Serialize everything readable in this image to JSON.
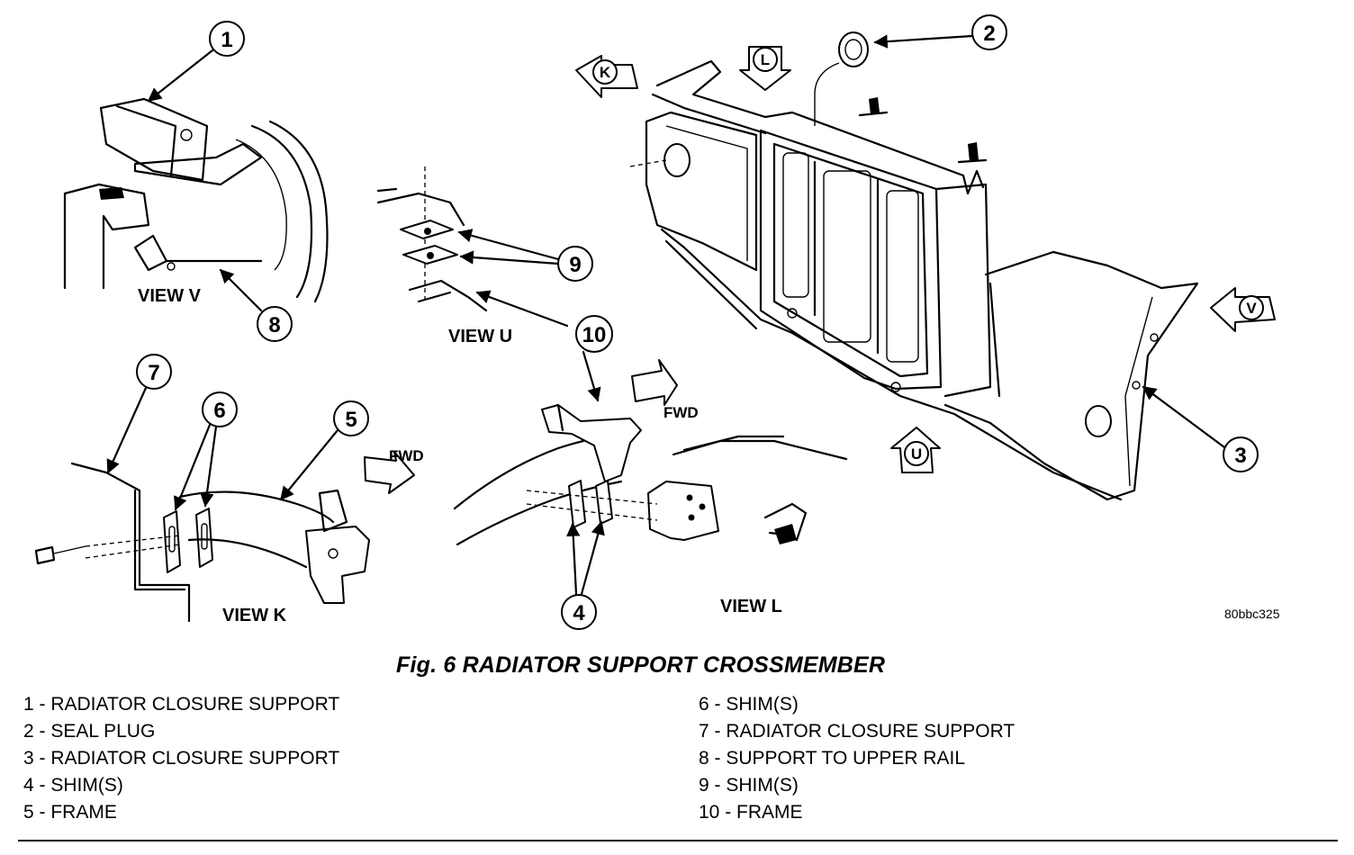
{
  "figure": {
    "views": [
      "VIEW V",
      "VIEW U",
      "VIEW K",
      "VIEW L"
    ],
    "direction_labels": [
      "FWD",
      "FWD"
    ],
    "view_arrows": [
      "K",
      "L",
      "V",
      "U"
    ],
    "callouts": [
      "1",
      "2",
      "3",
      "4",
      "5",
      "6",
      "7",
      "8",
      "9",
      "10"
    ],
    "image_code": "80bbc325"
  },
  "caption": "Fig. 6 RADIATOR SUPPORT CROSSMEMBER",
  "legend": {
    "left": [
      "1 - RADIATOR CLOSURE SUPPORT",
      "2 - SEAL PLUG",
      "3 - RADIATOR CLOSURE SUPPORT",
      "4 - SHIM(S)",
      "5 - FRAME"
    ],
    "right": [
      "6 - SHIM(S)",
      "7 - RADIATOR CLOSURE SUPPORT",
      "8 - SUPPORT TO UPPER RAIL",
      "9 - SHIM(S)",
      "10 - FRAME"
    ]
  }
}
